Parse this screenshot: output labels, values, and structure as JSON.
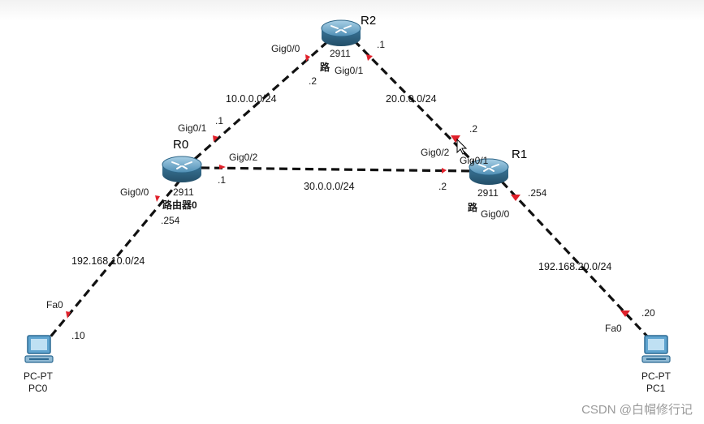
{
  "colors": {
    "link": "#111111",
    "port_marker": "#e0202a",
    "router_body": "#3f7d9f"
  },
  "devices": {
    "r0": {
      "name": "R0",
      "model": "2911",
      "caption": "路由器0"
    },
    "r1": {
      "name": "R1",
      "model": "2911",
      "caption": "路"
    },
    "r2": {
      "name": "R2",
      "model": "2911",
      "caption": "路"
    },
    "pc0": {
      "type": "PC-PT",
      "name": "PC0"
    },
    "pc1": {
      "type": "PC-PT",
      "name": "PC1"
    }
  },
  "networks": {
    "r0_r2": "10.0.0.0/24",
    "r2_r1": "20.0.0.0/24",
    "r0_r1": "30.0.0.0/24",
    "r0_pc0": "192.168.10.0/24",
    "r1_pc1": "192.168.20.0/24"
  },
  "ports": {
    "r2_gig00": "Gig0/0",
    "r2_gig00_ip": ".2",
    "r2_gig01": "Gig0/1",
    "r2_gig01_ip": ".1",
    "r0_gig01": "Gig0/1",
    "r0_gig01_ip": ".1",
    "r0_gig02": "Gig0/2",
    "r0_gig02_ip": ".1",
    "r0_gig00": "Gig0/0",
    "r0_gig00_ip": ".254",
    "r1_gig02": "Gig0/2",
    "r1_gig02_ip": ".2",
    "r1_gig01": "Gig0/1",
    "r1_gig01_ip": ".2",
    "r1_gig00": "Gig0/0",
    "r1_gig00_ip": ".254",
    "pc0_fa0": "Fa0",
    "pc0_ip": ".10",
    "pc1_fa0": "Fa0",
    "pc1_ip": ".20"
  },
  "watermark": "CSDN @白帽修行记"
}
